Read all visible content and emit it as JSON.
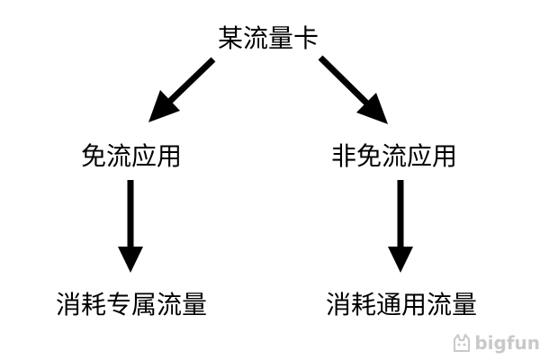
{
  "diagram": {
    "root": "某流量卡",
    "left_branch": "免流应用",
    "right_branch": "非免流应用",
    "left_leaf": "消耗专属流量",
    "right_leaf": "消耗通用流量"
  },
  "watermark": {
    "text": "bigfun",
    "icon": "cat-logo-icon"
  }
}
